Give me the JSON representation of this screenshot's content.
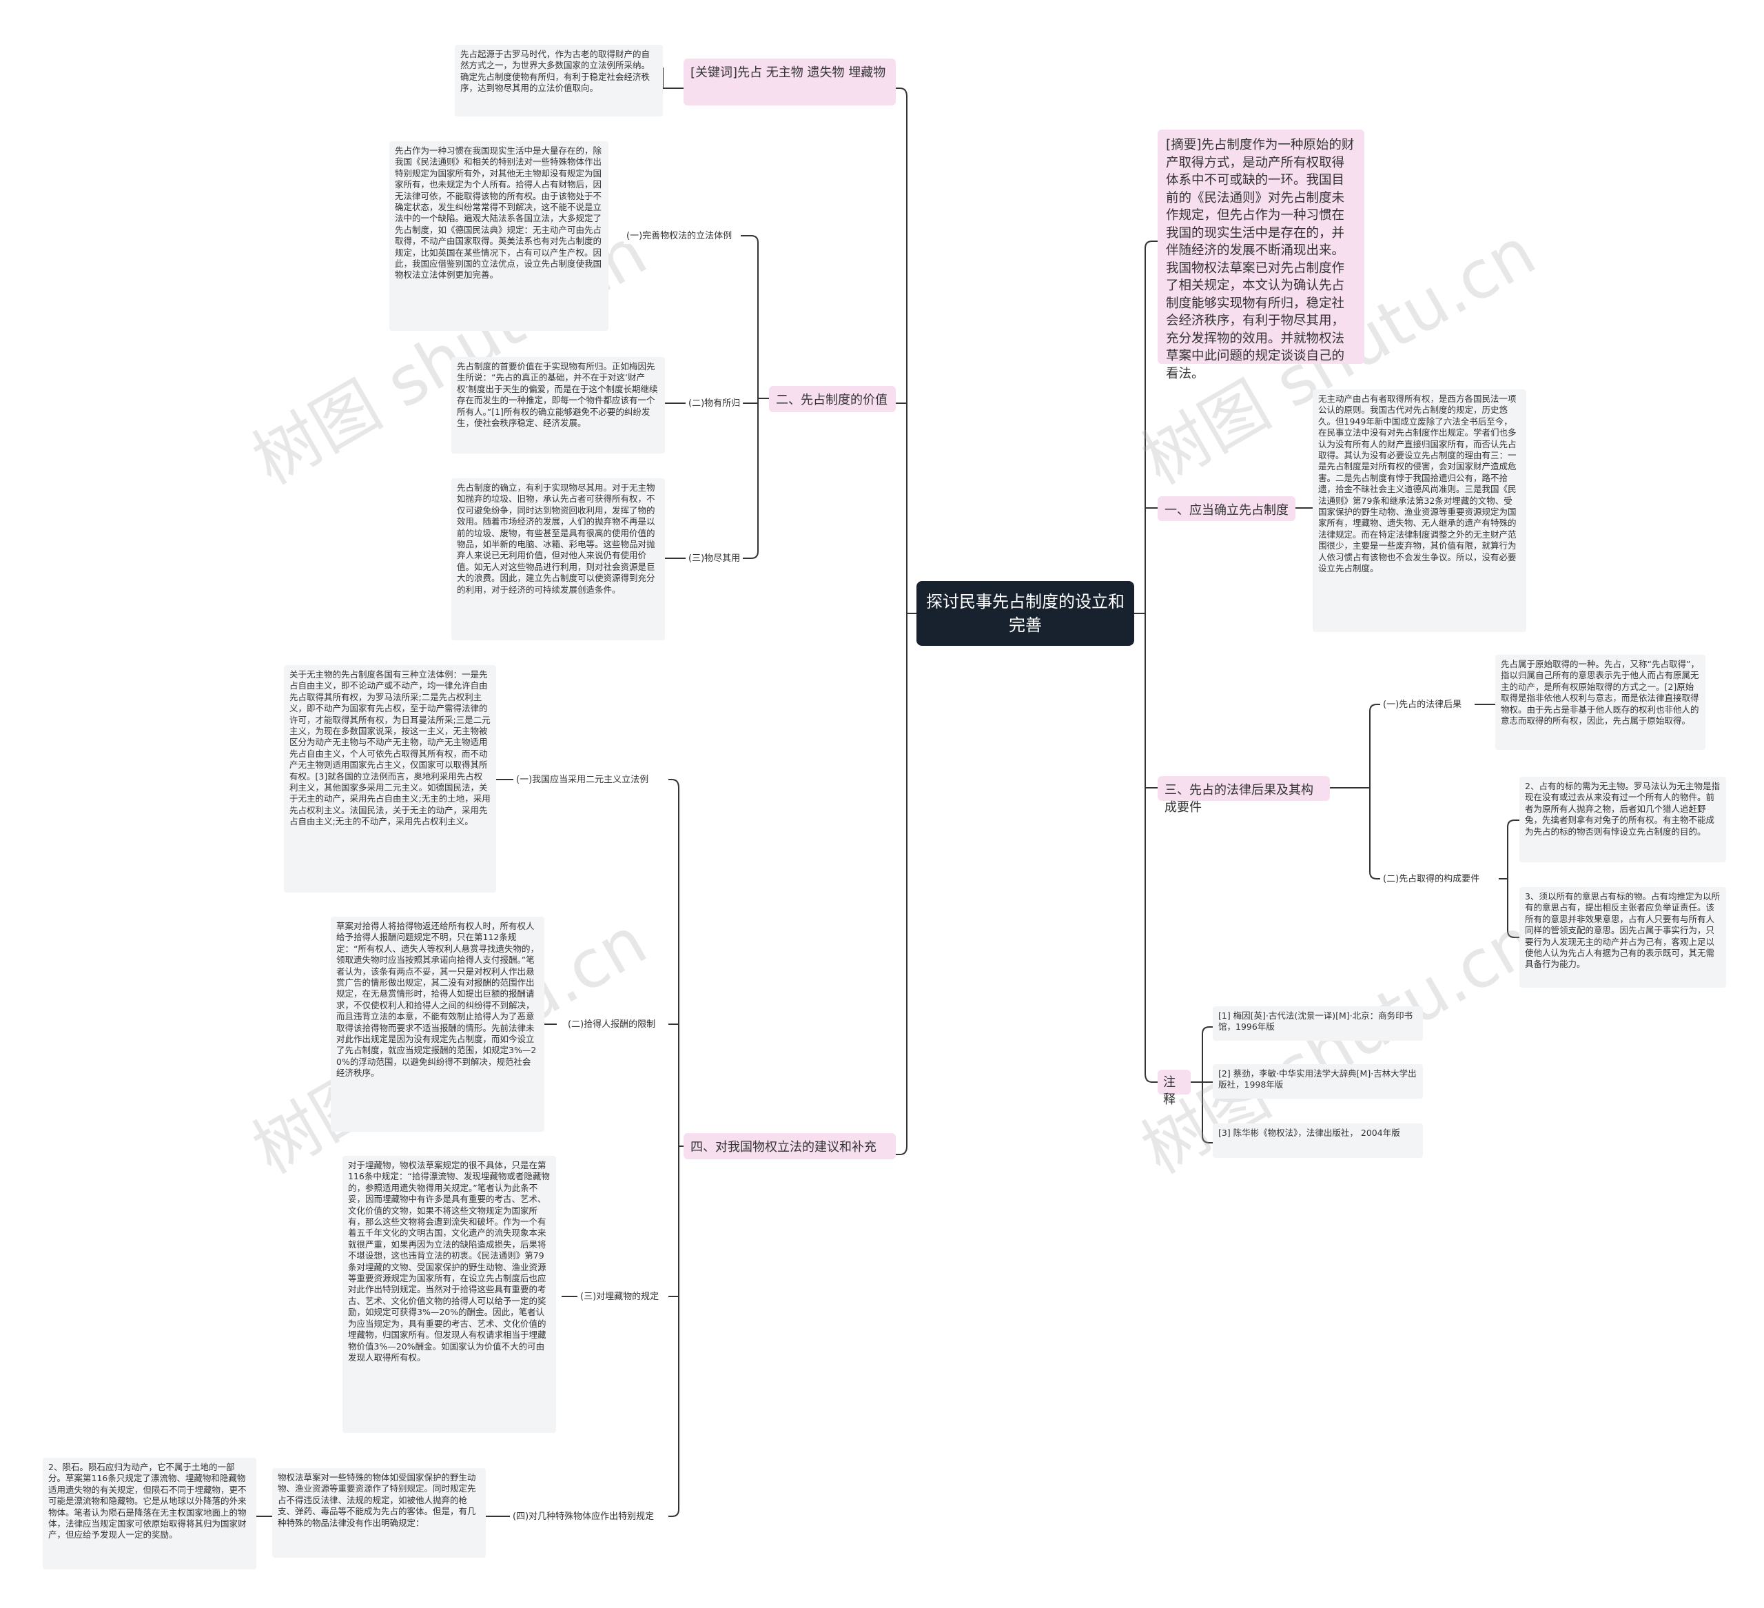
{
  "root": "探讨民事先占制度的设立和完善",
  "keyword": {
    "title": "[关键词]先占 无主物 遗失物 埋藏物",
    "note": "先占起源于古罗马时代，作为古老的取得财产的自然方式之一，为世界大多数国家的立法例所采纳。确定先占制度使物有所归，有利于稳定社会经济秩序，达到物尽其用的立法价值取向。"
  },
  "value": {
    "title": "二、先占制度的价值",
    "sub1": {
      "label": "(一)完善物权法的立法体例",
      "note": "先占作为一种习惯在我国现实生活中是大量存在的，除我国《民法通则》和相关的特别法对一些特殊物体作出特别规定为国家所有外，对其他无主物却没有规定为国家所有，也未规定为个人所有。拾得人占有财物后，因无法律可依，不能取得该物的所有权。由于该物处于不确定状态，发生纠纷常常得不到解决，这不能不说是立法中的一个缺陷。遍观大陆法系各国立法，大多规定了先占制度，如《德国民法典》规定：无主动产可由先占取得，不动产由国家取得。英美法系也有对先占制度的规定，比如英国在某些情况下，占有可以产生产权。因此，我国应借鉴别国的立法优点，设立先占制度使我国物权法立法体例更加完善。"
    },
    "sub2": {
      "label": "(二)物有所归",
      "note": "先占制度的首要价值在于实现物有所归。正如梅因先生所说：“先占的真正的基础，并不在于对这‘财产权’制度出于天生的偏爱，而是在于这个制度长期继续存在而发生的一种推定，即每一个物件都应该有一个所有人。”[1]所有权的确立能够避免不必要的纠纷发生，使社会秩序稳定、经济发展。"
    },
    "sub3": {
      "label": "(三)物尽其用",
      "note": "先占制度的确立，有利于实现物尽其用。对于无主物如抛弃的垃圾、旧物，承认先占者可获得所有权，不仅可避免纷争，同时达到物资回收利用，发挥了物的效用。随着市场经济的发展，人们的抛弃物不再是以前的垃圾、废物，有些甚至是具有很高的使用价值的物品，如半新的电脑、冰箱、彩电等。这些物品对抛弃人来说已无利用价值，但对他人来说仍有使用价值。如无人对这些物品进行利用，则对社会资源是巨大的浪费。因此，建立先占制度可以使资源得到充分的利用，对于经济的可持续发展创造条件。"
    }
  },
  "suggest": {
    "title": "四、对我国物权立法的建议和补充",
    "sub1": {
      "label": "(一)我国应当采用二元主义立法例",
      "note": "关于无主物的先占制度各国有三种立法体例：一是先占自由主义，即不论动产或不动产，均一律允许自由先占取得其所有权，为罗马法所采;二是先占权利主义，即不动产为国家有先占权，至于动产需得法律的许可，才能取得其所有权，为日耳曼法所采;三是二元主义，为现在多数国家说采，按这一主义，无主物被区分为动产无主物与不动产无主物，动产无主物适用先占自由主义，个人可依先占取得其所有权，而不动产无主物则适用国家先占主义，仅国家可以取得其所有权。[3]就各国的立法例而言，奥地利采用先占权利主义，其他国家多采用二元主义。如德国民法，关于无主的动产，采用先占自由主义;无主的土地，采用先占权利主义。法国民法，关于无主的动产，采用先占自由主义;无主的不动产，采用先占权利主义。"
    },
    "sub2": {
      "label": "(二)拾得人报酬的限制",
      "note": "草案对拾得人将拾得物返还给所有权人时，所有权人给予拾得人报酬问题规定不明，只在第112条规定：“所有权人、遗失人等权利人悬赏寻找遗失物的，领取遗失物时应当按照其承诺向拾得人支付报酬。”笔者认为，该条有两点不妥，其一只是对权利人作出悬赏广告的情形做出规定，其二没有对报酬的范围作出规定，在无悬赏情形时，拾得人如提出巨额的报酬请求，不仅使权利人和拾得人之间的纠纷得不到解决，而且违背立法的本意，不能有效制止拾得人为了恶意取得该拾得物而要求不适当报酬的情形。先前法律未对此作出规定是因为没有规定先占制度，而如今设立了先占制度，就应当规定报酬的范围，如规定3%—20%的浮动范围，以避免纠纷得不到解决，规范社会经济秩序。"
    },
    "sub3": {
      "label": "(三)对埋藏物的规定",
      "note": "对于埋藏物，物权法草案规定的很不具体，只是在第116条中规定：“拾得漂流物、发现埋藏物或者隐藏物的，参照适用遗失物得用关规定。”笔者认为此条不妥，因而埋藏物中有许多是具有重要的考古、艺术、文化价值的文物，如果不将这些文物规定为国家所有，那么这些文物将会遭到流失和破坏。作为一个有着五千年文化的文明古国，文化遗产的流失现象本来就很严重，如果再因为立法的缺陷造成损失，后果将不堪设想，这也违背立法的初衷。《民法通则》第79条对埋藏的文物、受国家保护的野生动物、渔业资源等重要资源规定为国家所有，在设立先占制度后也应对此作出特别规定。当然对于拾得这些具有重要的考古、艺术、文化价值文物的拾得人可以给予一定的奖励，如规定可获得3%—20%的酬金。因此，笔者认为应当规定为，具有重要的考古、艺术、文化价值的埋藏物，归国家所有。但发现人有权请求相当于埋藏物价值3%—20%酬金。如国家认为价值不大的可由发现人取得所有权。"
    },
    "sub4": {
      "label": "(四)对几种特殊物体应作出特别规定",
      "note": "物权法草案对一些特殊的物体如受国家保护的野生动物、渔业资源等重要资源作了特别规定。同时规定先占不得违反法律、法规的规定，如被他人抛弃的枪支、弹药、毒品等不能成为先占的客体。但是，有几种特殊的物品法律没有作出明确规定：",
      "child": "2、陨石。陨石应归为动产，它不属于土地的一部分。草案第116条只规定了漂流物、埋藏物和隐藏物适用遗失物的有关规定，但陨石不同于埋藏物，更不可能是漂流物和隐藏物。它是从地球以外降落的外来物体。笔者认为陨石是降落在无主权国家地面上的物体，法律应当规定国家可依原始取得将其归为国家财产，但应给予发现人一定的奖励。"
    }
  },
  "abstract": {
    "title": "[摘要]先占制度作为一种原始的财产取得方式，是动产所有权取得体系中不可或缺的一环。我国目前的《民法通则》对先占制度未作规定，但先占作为一种习惯在我国的现实生活中是存在的，并伴随经济的发展不断涌现出来。我国物权法草案已对先占制度作了相关规定，本文认为确认先占制度能够实现物有所归，稳定社会经济秩序，有利于物尽其用，充分发挥物的效用。并就物权法草案中此问题的规定谈谈自己的看法。"
  },
  "establish": {
    "title": "一、应当确立先占制度",
    "note": "无主动产由占有者取得所有权，是西方各国民法一项公认的原则。我国古代对先占制度的规定，历史悠久。但1949年新中国成立废除了六法全书后至今，在民事立法中没有对先占制度作出规定。学者们也多认为没有所有人的财产直接归国家所有，而否认先占取得。其认为没有必要设立先占制度的理由有三：一是先占制度是对所有权的侵害，会对国家财产造成危害。二是先占制度有悖于我国拾遗归公有，路不拾遗，拾金不昧社会主义道德风尚准则。三是我国《民法通则》第79条和继承法第32条对埋藏的文物、受国家保护的野生动物、渔业资源等重要资源规定为国家所有，埋藏物、遗失物、无人继承的遗产有特殊的法律规定。而在特定法律制度调整之外的无主财产范围很少，主要是一些废弃物，其价值有限，就算行为人依习惯占有该物也不会发生争议。所以，没有必要设立先占制度。"
  },
  "legal": {
    "title": "三、先占的法律后果及其构成要件",
    "sub1": {
      "label": "(一)先占的法律后果",
      "note": "先占属于原始取得的一种。先占，又称“先占取得”，指以归属自己所有的意思表示先于他人而占有原属无主的动产，是所有权原始取得的方式之一。[2]原始取得是指非依他人权利与意志，而是依法律直接取得物权。由于先占是非基于他人既存的权利也非他人的意志而取得的所有权，因此，先占属于原始取得。"
    },
    "sub2": {
      "label": "(二)先占取得的构成要件",
      "note1": "2、占有的标的需为无主物。罗马法认为无主物是指现在没有或过去从来没有过一个所有人的物件。前者为原所有人抛弃之物，后者如几个猎人追赶野兔，先擒者则拿有对兔子的所有权。有主物不能成为先占的标的物否则有悖设立先占制度的目的。",
      "note2": "3、须以所有的意思占有标的物。占有均推定为以所有的意思占有，提出相反主张者应负举证责任。该所有的意思并非效果意思，占有人只要有与所有人同样的管领支配的意思。因先占属于事实行为，只要行为人发现无主的动产并占为己有，客观上足以使他人认为先占人有据为己有的表示既可，其无需具备行为能力。"
    }
  },
  "notes": {
    "title": "注释",
    "items": [
      "[1] 梅因[英]·古代法(沈景一译)[M]·北京：商务印书馆，1996年版",
      "[2] 蔡劲，李敏·中华实用法学大辞典[M]·吉林大学出版社，1998年版",
      "[3] 陈华彬《物权法》，法律出版社， 2004年版"
    ]
  },
  "watermarks": [
    "树图 shutu.cn",
    "树图 shutu.cn",
    "树图 shutu.cn",
    "树图 shutu.cn"
  ],
  "colors": {
    "root_bg": "#18222e",
    "branch_bg": "#f7dff0",
    "note_bg": "#f3f4f6",
    "line": "#333333"
  }
}
